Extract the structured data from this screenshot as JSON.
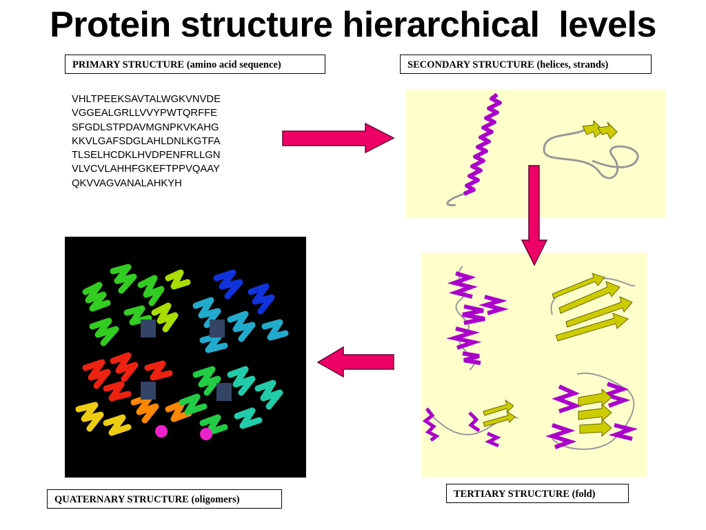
{
  "title": "Protein structure hierarchical  levels",
  "labels": {
    "primary": "PRIMARY STRUCTURE (amino acid sequence)",
    "secondary": "SECONDARY STRUCTURE (helices, strands)",
    "tertiary": "TERTIARY STRUCTURE (fold)",
    "quaternary": "QUATERNARY STRUCTURE (oligomers)"
  },
  "sequence": [
    "VHLTPEEKSAVTALWGKVNVDE",
    "VGGEALGRLLVVYPWTQRFFE",
    "SFGDLSTPDAVMGNPKVKAHG",
    "KKVLGAFSDGLAHLDNLKGTFA",
    "TLSELHCDKLHVDPENFRLLGN",
    "VLVCVLAHHFGKEFTPPVQAAY",
    "QKVVAGVANALAHKYH"
  ],
  "colors": {
    "arrow_fill": "#ee0066",
    "arrow_stroke": "#660033",
    "panel_bg": "#ffffcc",
    "helix": "#aa00cc",
    "strand": "#cccc00",
    "coil": "#999999"
  }
}
